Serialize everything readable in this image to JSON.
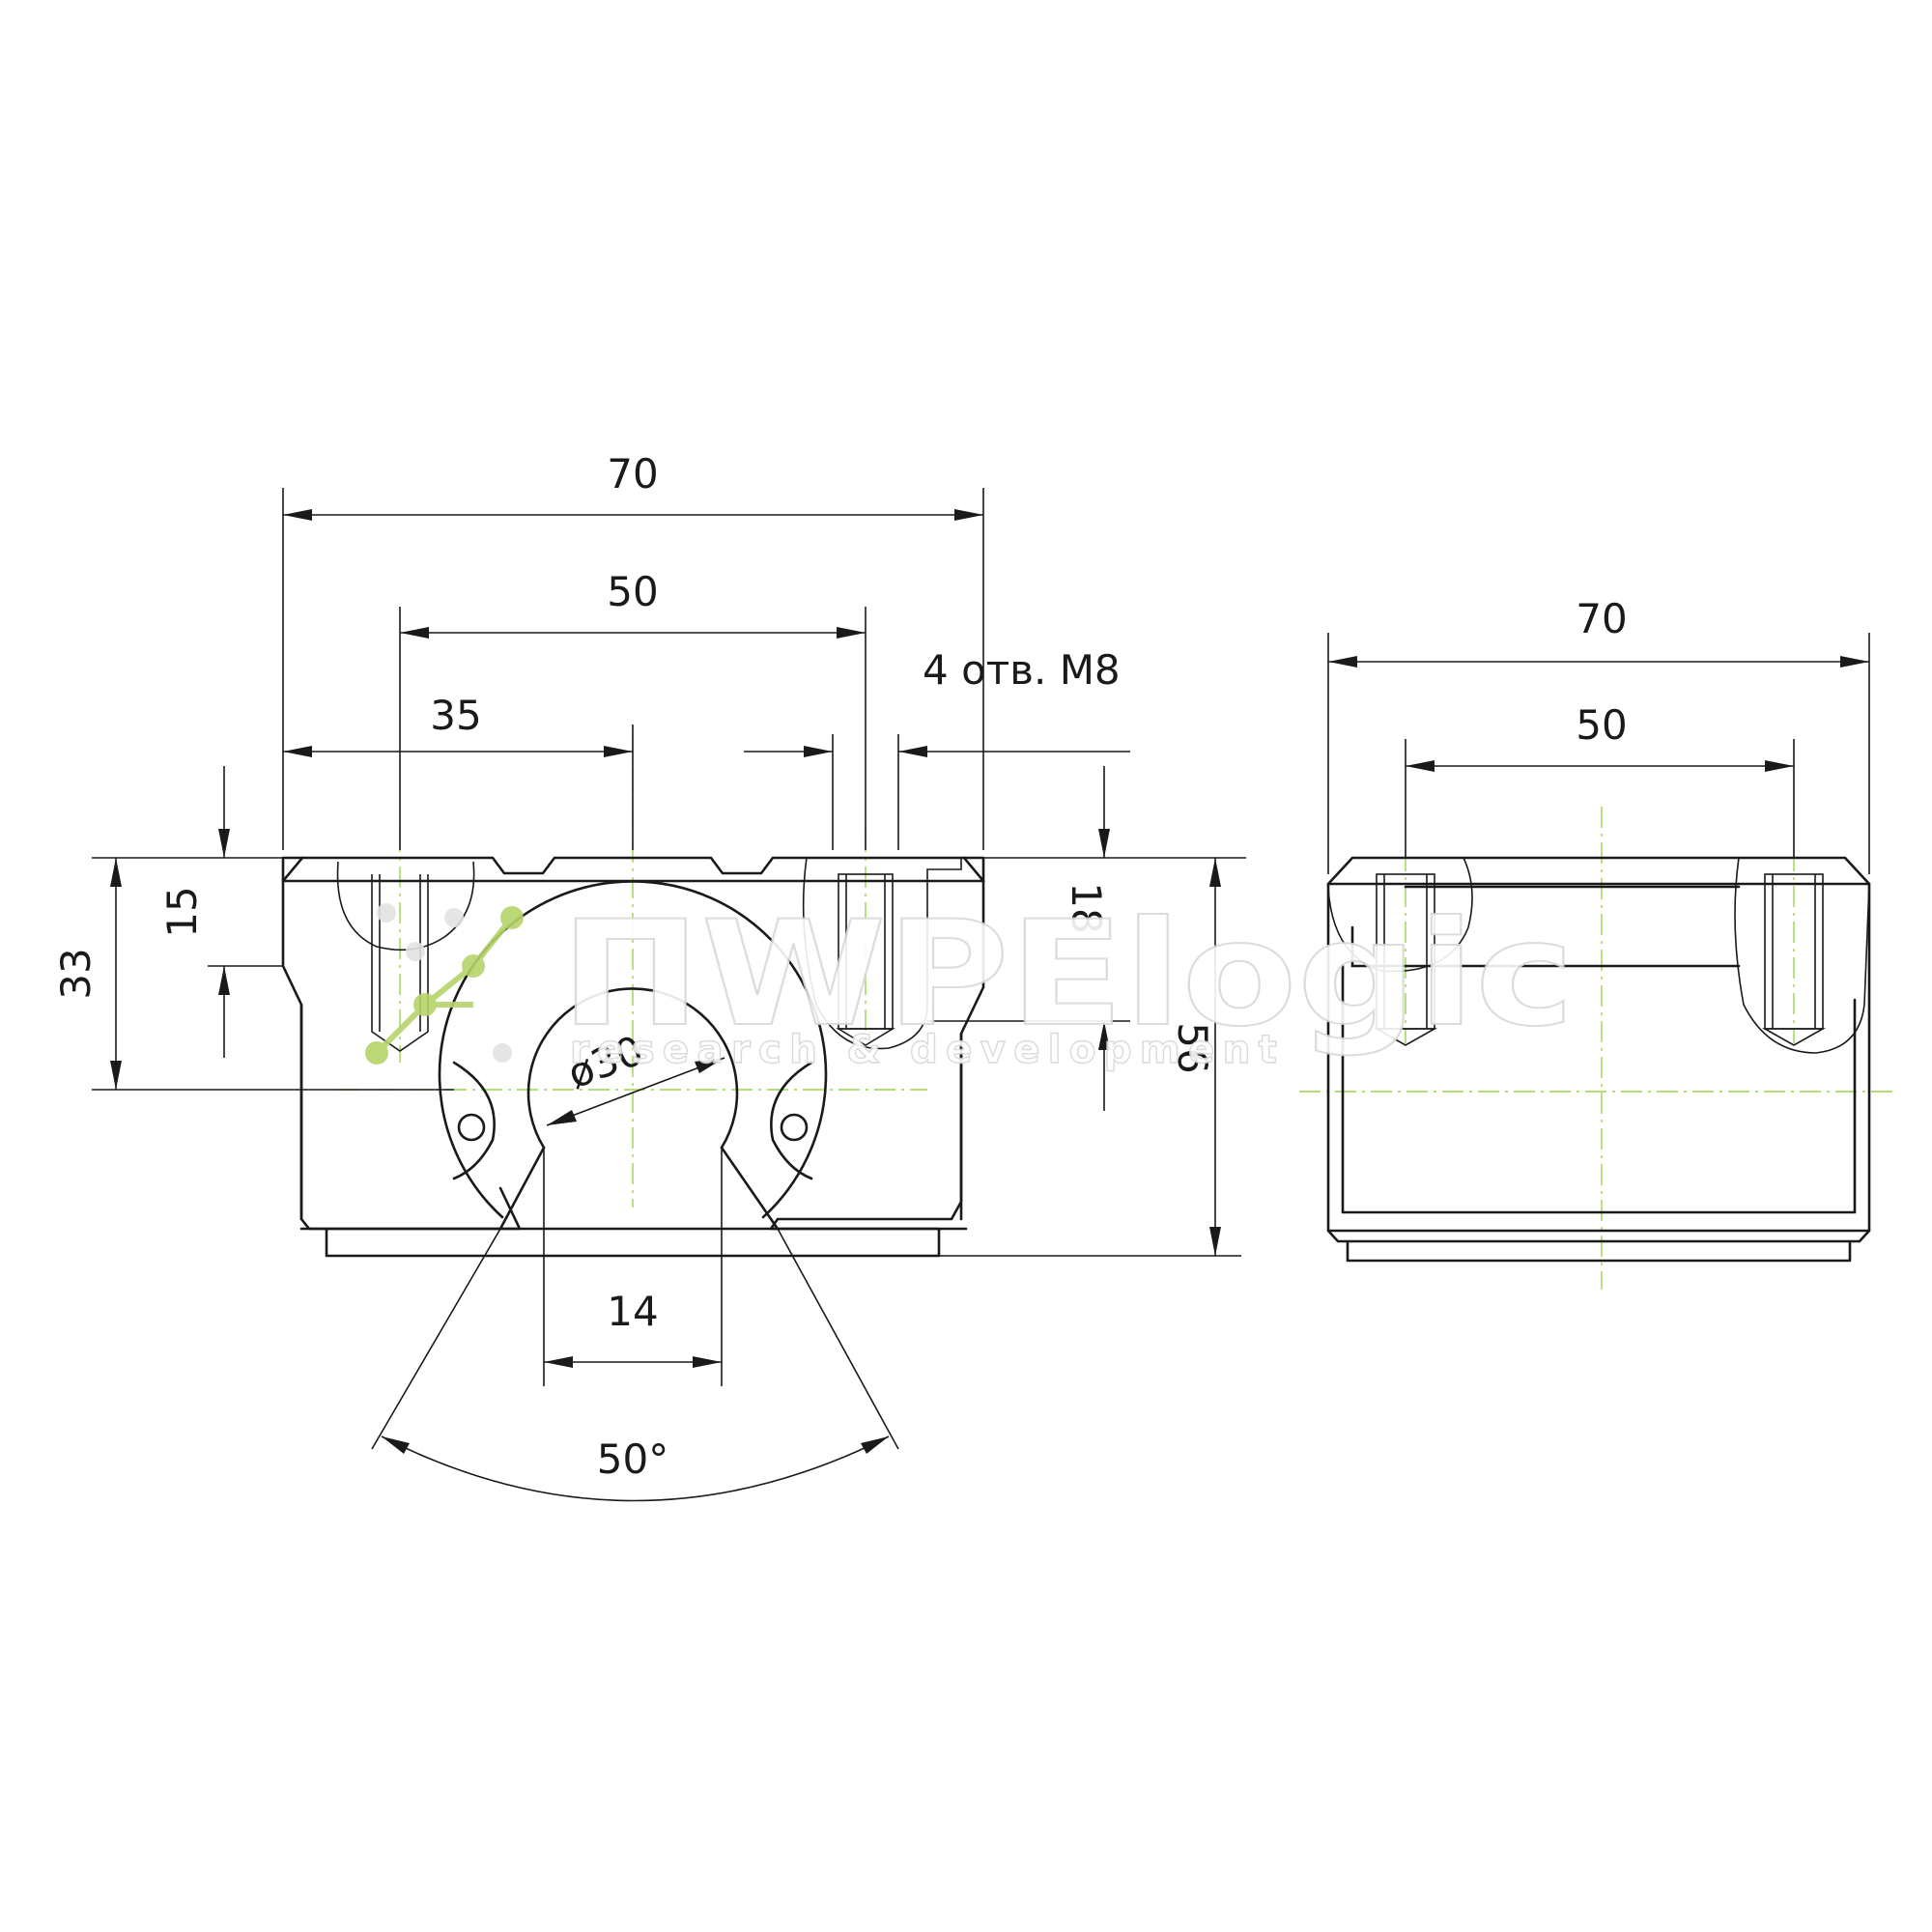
{
  "front_view": {
    "dims": {
      "overall_width": "70",
      "hole_spacing": "50",
      "center_offset": "35",
      "hole_note": "4 отв. M8",
      "thread_depth": "18",
      "top_to_step": "15",
      "center_height": "33",
      "total_height": "56",
      "bore_diameter": "ø30",
      "slot_width": "14",
      "opening_angle": "50°"
    }
  },
  "side_view": {
    "dims": {
      "overall_length": "70",
      "hole_spacing": "50"
    }
  },
  "watermark": {
    "logo_text": "ПWPElogic",
    "tagline": "research & development"
  },
  "colors": {
    "line": "#1a1a1a",
    "centerline": "#9bd44a",
    "logo_accent": "#b5d46a"
  }
}
